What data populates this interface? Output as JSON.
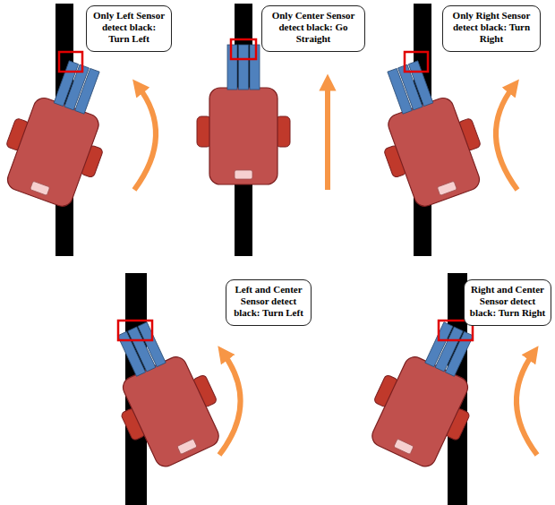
{
  "diagram": {
    "nodes": [
      {
        "text": [
          "Only Left Sensor detect black: Turn Left"
        ]
      },
      {
        "text": [
          "Only Center Sensor detect black: Go Straight"
        ]
      },
      {
        "text": [
          "Only Right Sensor detect black: Turn Right"
        ]
      },
      {
        "text": [
          "Left and Center Sensor detect black: Turn Left"
        ]
      },
      {
        "text": [
          "Right and Center Sensor detect black: Turn Right"
        ]
      }
    ]
  }
}
